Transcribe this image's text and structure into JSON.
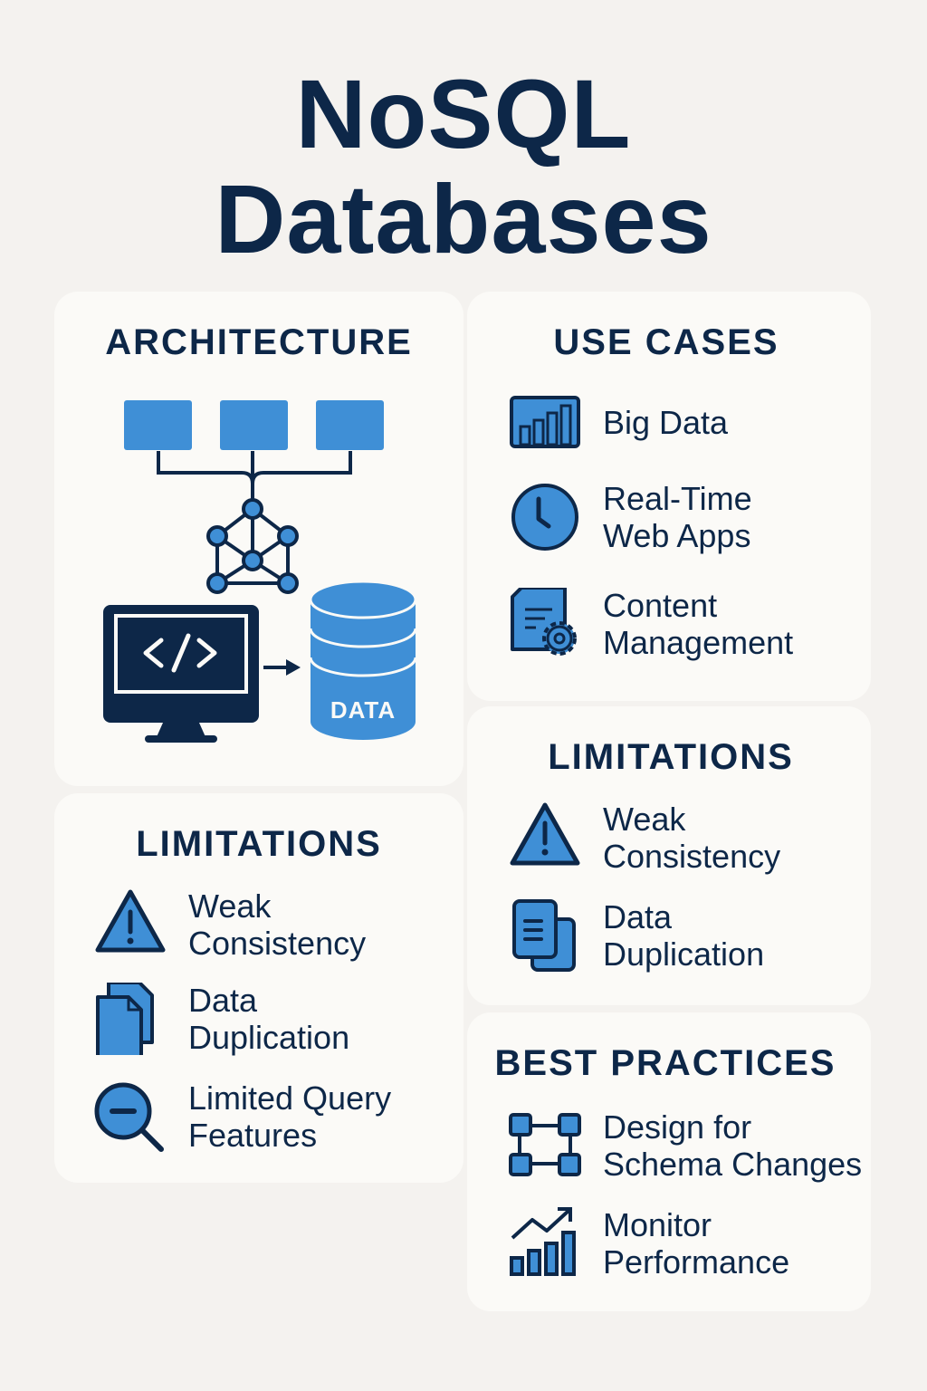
{
  "title": {
    "line1": "NoSQL",
    "line2": "Databases"
  },
  "colors": {
    "background": "#f4f2ef",
    "card": "#fbfaf7",
    "navy": "#0d2748",
    "blue": "#3f8fd6"
  },
  "architecture": {
    "heading": "ARCHITECTURE",
    "diagram": {
      "top_blocks": 3,
      "graph_nodes": 6,
      "monitor_glyph": "</>",
      "database_label": "DATA"
    }
  },
  "use_cases": {
    "heading": "USE CASES",
    "items": [
      {
        "icon": "bar-chart-icon",
        "label": "Big Data"
      },
      {
        "icon": "clock-icon",
        "label": "Real-Time\nWeb Apps"
      },
      {
        "icon": "document-gear-icon",
        "label": "Content\nManagement"
      }
    ]
  },
  "limitations_left": {
    "heading": "LIMITATIONS",
    "items": [
      {
        "icon": "warning-icon",
        "label": "Weak\nConsistency"
      },
      {
        "icon": "duplicate-files-icon",
        "label": "Data\nDuplication"
      },
      {
        "icon": "zoom-out-icon",
        "label": "Limited Query\nFeatures"
      }
    ]
  },
  "limitations_right": {
    "heading": "LIMITATIONS",
    "items": [
      {
        "icon": "warning-icon",
        "label": "Weak\nConsistency"
      },
      {
        "icon": "duplicate-docs-icon",
        "label": "Data\nDuplication"
      }
    ]
  },
  "best_practices": {
    "heading": "BEST PRACTICES",
    "items": [
      {
        "icon": "schema-nodes-icon",
        "label": "Design for\nSchema Changes"
      },
      {
        "icon": "trend-chart-icon",
        "label": "Monitor\nPerformance"
      }
    ]
  }
}
